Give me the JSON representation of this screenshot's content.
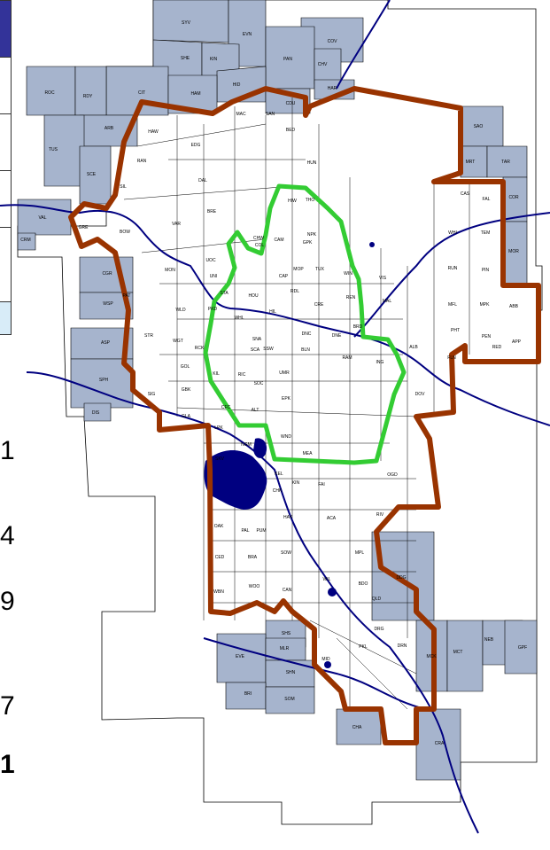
{
  "colors": {
    "outside_fill": "#a6b4cd",
    "inside_fill": "#ffffff",
    "border": "#000000",
    "boundary_brown": "#993300",
    "core_green": "#33cc33",
    "water": "#000080",
    "legend_dark": "#333399",
    "legend_light": "#d8ecf8"
  },
  "side_numbers": [
    "1",
    "4",
    "9",
    "7",
    "1"
  ],
  "outer_communities": [
    {
      "code": "SYV"
    },
    {
      "code": "EVN"
    },
    {
      "code": "COV"
    },
    {
      "code": "SHE"
    },
    {
      "code": "KIN"
    },
    {
      "code": "PAN"
    },
    {
      "code": "CHV"
    },
    {
      "code": "HID"
    },
    {
      "code": "HAR"
    },
    {
      "code": "CIT"
    },
    {
      "code": "HAM"
    },
    {
      "code": "CDU"
    },
    {
      "code": "ROC"
    },
    {
      "code": "RDY"
    },
    {
      "code": "SAO"
    },
    {
      "code": "ARB"
    },
    {
      "code": "TUS"
    },
    {
      "code": "SCE"
    },
    {
      "code": "MRT"
    },
    {
      "code": "TAR"
    },
    {
      "code": "COR"
    },
    {
      "code": "MOR"
    },
    {
      "code": "VAL"
    },
    {
      "code": "CRM"
    },
    {
      "code": "CGR"
    },
    {
      "code": "WSP"
    },
    {
      "code": "ASP"
    },
    {
      "code": "SPH"
    },
    {
      "code": "DIS"
    },
    {
      "code": "DDG"
    },
    {
      "code": "MCK"
    },
    {
      "code": "MCT"
    },
    {
      "code": "NEB"
    },
    {
      "code": "GPF"
    },
    {
      "code": "CRA"
    },
    {
      "code": "SHS"
    },
    {
      "code": "EVE"
    },
    {
      "code": "MLR"
    },
    {
      "code": "SHN"
    },
    {
      "code": "BRI"
    },
    {
      "code": "SOM"
    },
    {
      "code": "CHA"
    }
  ],
  "inner_communities": [
    {
      "code": "MAC"
    },
    {
      "code": "SAN"
    },
    {
      "code": "BED"
    },
    {
      "code": "HAW"
    },
    {
      "code": "EDG"
    },
    {
      "code": "HUN"
    },
    {
      "code": "RAN"
    },
    {
      "code": "DAL"
    },
    {
      "code": "SIL"
    },
    {
      "code": "THO"
    },
    {
      "code": "BRE"
    },
    {
      "code": "CAS"
    },
    {
      "code": "FAL"
    },
    {
      "code": "VAR"
    },
    {
      "code": "BOW"
    },
    {
      "code": "GRE"
    },
    {
      "code": "WHI"
    },
    {
      "code": "TEM"
    },
    {
      "code": "RUN"
    },
    {
      "code": "PIN"
    },
    {
      "code": "HIW"
    },
    {
      "code": "NPK"
    },
    {
      "code": "CAM"
    },
    {
      "code": "GPK"
    },
    {
      "code": "CHW"
    },
    {
      "code": "COL"
    },
    {
      "code": "UOC"
    },
    {
      "code": "MON"
    },
    {
      "code": "UNI"
    },
    {
      "code": "CAP"
    },
    {
      "code": "MOP"
    },
    {
      "code": "TUX"
    },
    {
      "code": "WIN"
    },
    {
      "code": "VIS"
    },
    {
      "code": "MAL"
    },
    {
      "code": "PAT"
    },
    {
      "code": "STA"
    },
    {
      "code": "HOU"
    },
    {
      "code": "RDL"
    },
    {
      "code": "REN"
    },
    {
      "code": "MFL"
    },
    {
      "code": "MPK"
    },
    {
      "code": "ABB"
    },
    {
      "code": "WLD"
    },
    {
      "code": "PKD"
    },
    {
      "code": "HIL"
    },
    {
      "code": "CRE"
    },
    {
      "code": "WHL"
    },
    {
      "code": "BRD"
    },
    {
      "code": "SNA"
    },
    {
      "code": "DNC"
    },
    {
      "code": "DNE"
    },
    {
      "code": "PHT"
    },
    {
      "code": "PEN"
    },
    {
      "code": "APP"
    },
    {
      "code": "STR"
    },
    {
      "code": "WGT"
    },
    {
      "code": "RCK"
    },
    {
      "code": "SCA"
    },
    {
      "code": "BLN"
    },
    {
      "code": "ALB"
    },
    {
      "code": "RED"
    },
    {
      "code": "GOL"
    },
    {
      "code": "RAM"
    },
    {
      "code": "ING"
    },
    {
      "code": "SSW"
    },
    {
      "code": "FLN"
    },
    {
      "code": "KIL"
    },
    {
      "code": "RIC"
    },
    {
      "code": "SOC"
    },
    {
      "code": "UMR"
    },
    {
      "code": "GBK"
    },
    {
      "code": "SIG"
    },
    {
      "code": "DOV"
    },
    {
      "code": "BRI"
    },
    {
      "code": "EPK"
    },
    {
      "code": "GLA"
    },
    {
      "code": "CFC"
    },
    {
      "code": "ALT"
    },
    {
      "code": "LPK"
    },
    {
      "code": "NGM"
    },
    {
      "code": "WND"
    },
    {
      "code": "MEA"
    },
    {
      "code": "SKV"
    },
    {
      "code": "FAI"
    },
    {
      "code": "KEL"
    },
    {
      "code": "KIN"
    },
    {
      "code": "CHK"
    },
    {
      "code": "OGD"
    },
    {
      "code": "HAY"
    },
    {
      "code": "ACA"
    },
    {
      "code": "RIV"
    },
    {
      "code": "OAK"
    },
    {
      "code": "PAL"
    },
    {
      "code": "PUM"
    },
    {
      "code": "SOW"
    },
    {
      "code": "MPL"
    },
    {
      "code": "CED"
    },
    {
      "code": "BRA"
    },
    {
      "code": "WIL"
    },
    {
      "code": "WBN"
    },
    {
      "code": "WOO"
    },
    {
      "code": "CAN"
    },
    {
      "code": "BDO"
    },
    {
      "code": "QLD"
    },
    {
      "code": "DRG"
    },
    {
      "code": "DRN"
    },
    {
      "code": "PKL"
    },
    {
      "code": "MID"
    }
  ]
}
